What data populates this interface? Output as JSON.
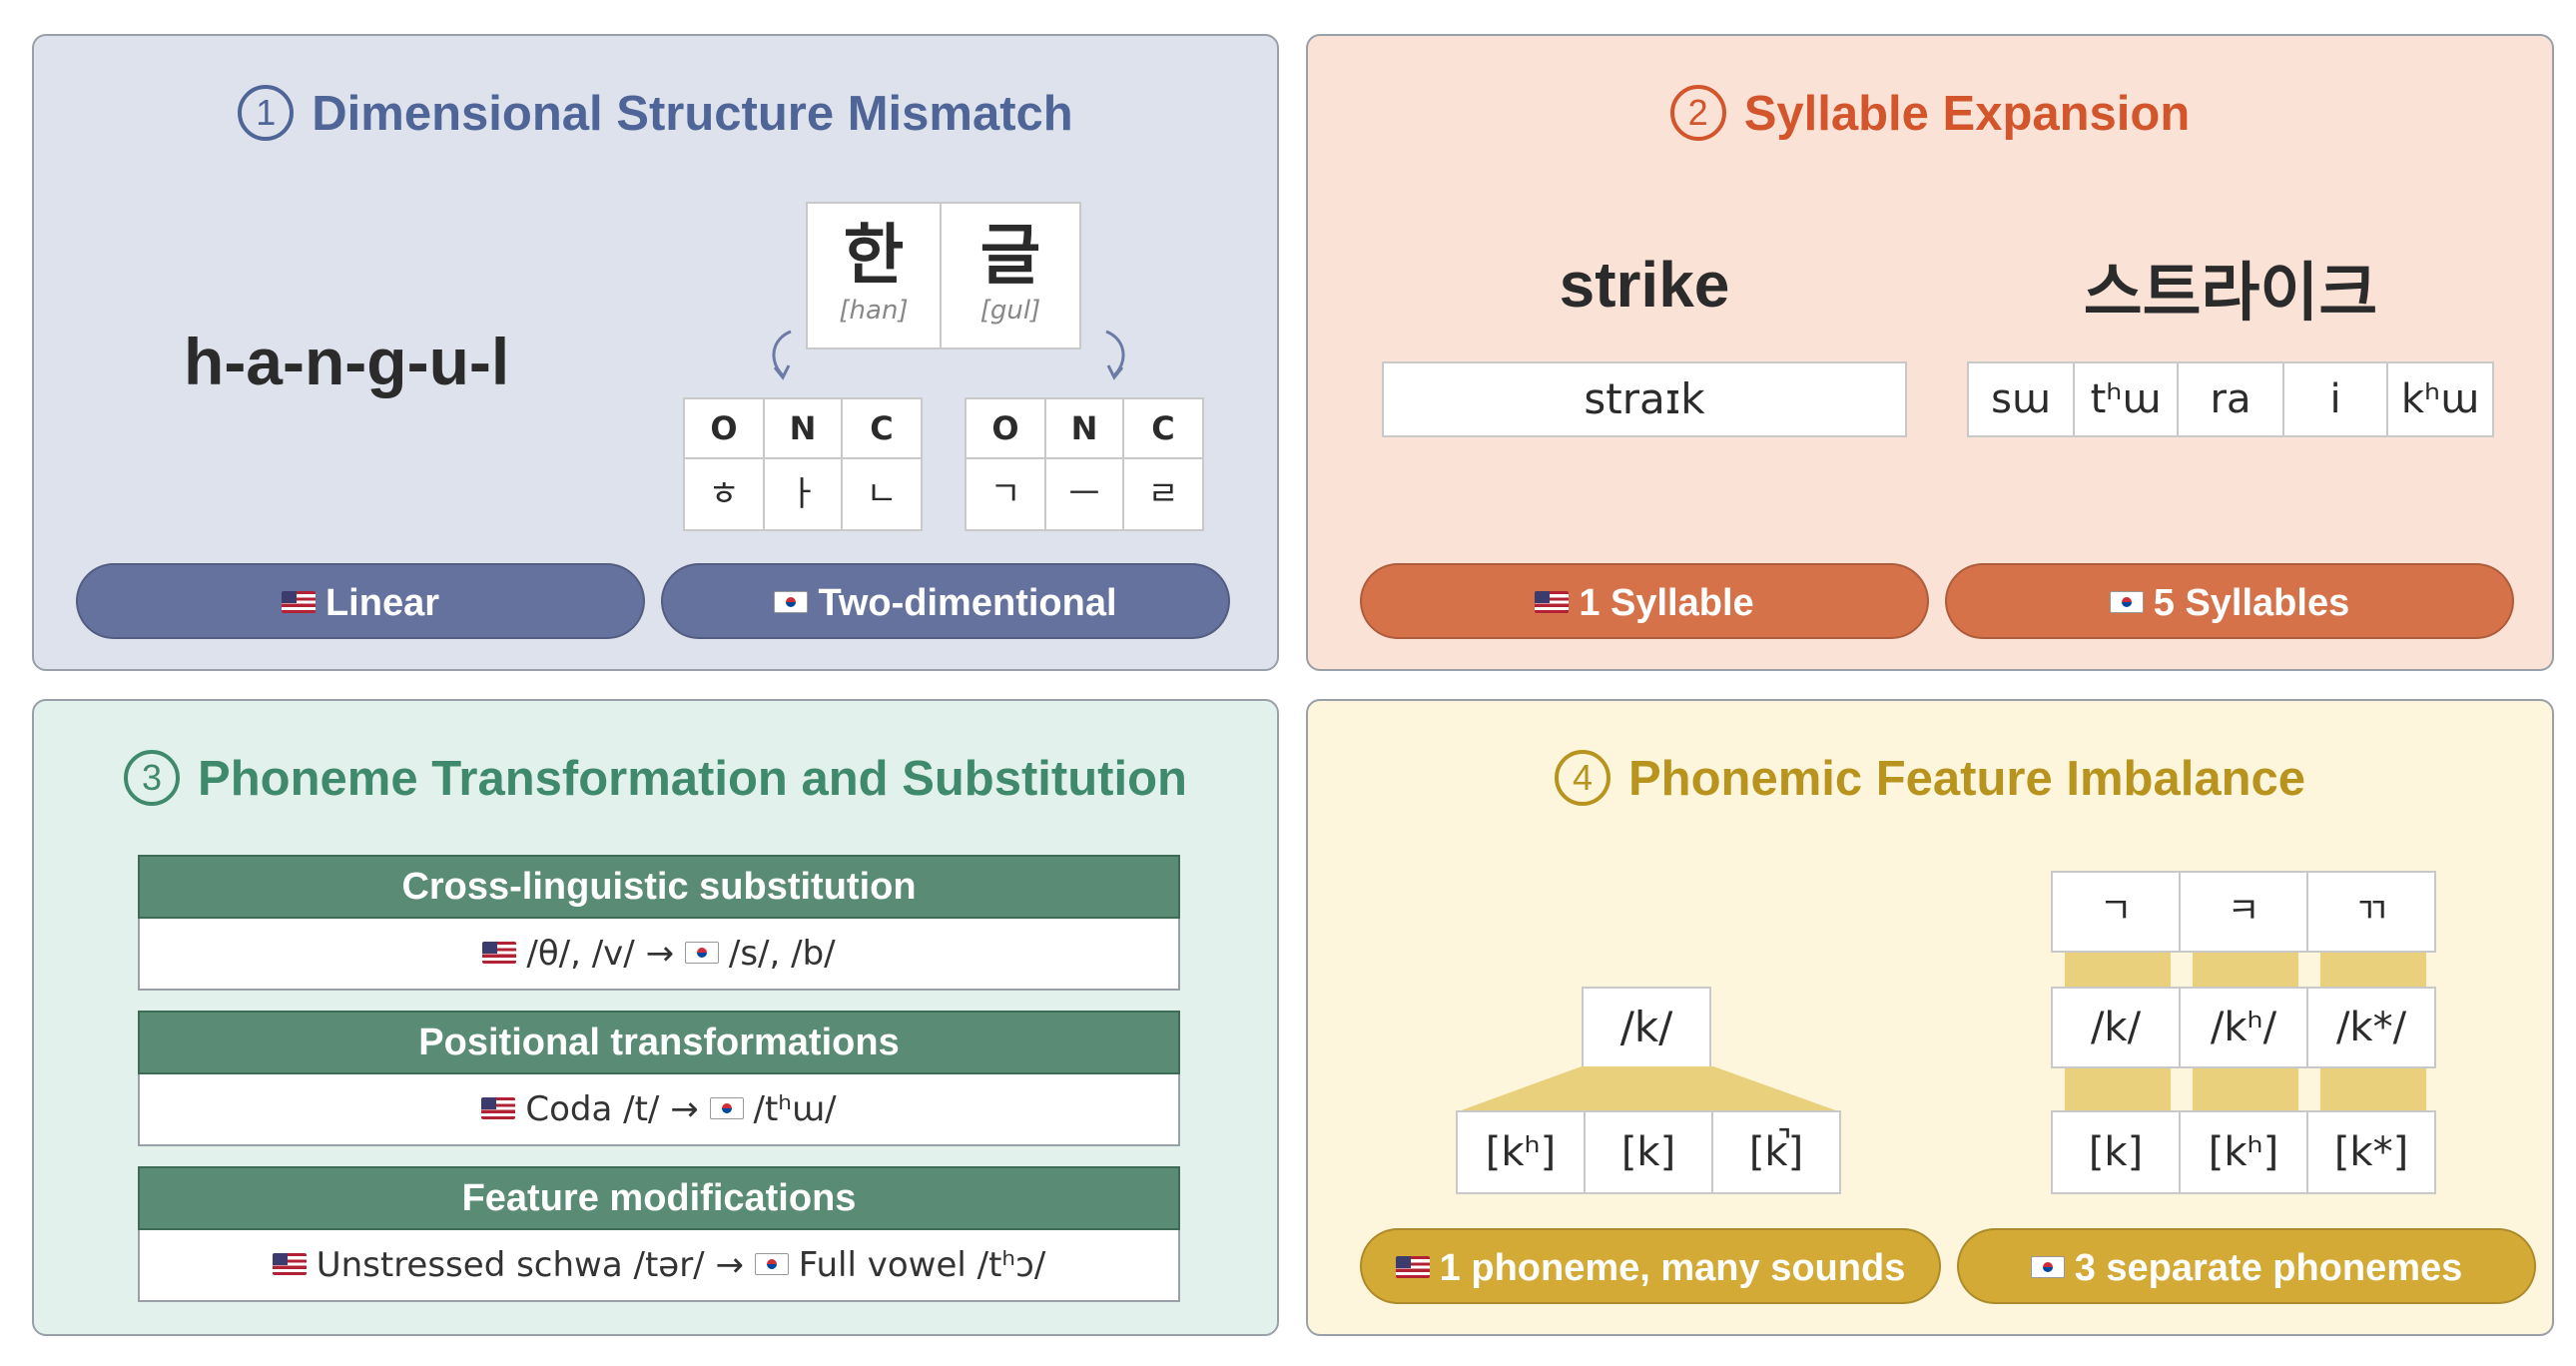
{
  "panels": [
    {
      "num": "1",
      "title": "Dimensional Structure Mismatch",
      "english_word": "h-a-n-g-u-l",
      "hangul_top": [
        {
          "char": "한",
          "roman": "[han]"
        },
        {
          "char": "글",
          "roman": "[gul]"
        }
      ],
      "onc_left": {
        "headers": [
          "O",
          "N",
          "C"
        ],
        "jamo": [
          "ㅎ",
          "ㅏ",
          "ㄴ"
        ]
      },
      "onc_right": {
        "headers": [
          "O",
          "N",
          "C"
        ],
        "jamo": [
          "ㄱ",
          "ㅡ",
          "ㄹ"
        ]
      },
      "pill_left": "Linear",
      "pill_right": "Two-dimentional",
      "color": "#66729e"
    },
    {
      "num": "2",
      "title": "Syllable Expansion",
      "left_word": "strike",
      "left_ipa": "straɪk",
      "right_word": "스트라이크",
      "right_syllables": [
        "sɯ",
        "tʰɯ",
        "ra",
        "i",
        "kʰɯ"
      ],
      "pill_left": "1 Syllable",
      "pill_right": "5 Syllables",
      "color": "#d5724a"
    },
    {
      "num": "3",
      "title": "Phoneme Transformation and Substitution",
      "rows": [
        {
          "header": "Cross-linguistic substitution",
          "before": "/θ/, /v/",
          "arrow": "→",
          "after": "/s/, /b/"
        },
        {
          "header": "Positional transformations",
          "before": "Coda /t/",
          "arrow": "→",
          "after": "/tʰɯ/"
        },
        {
          "header": "Feature modifications",
          "before": "Unstressed schwa /tər/",
          "arrow": "→",
          "after": "Full vowel /tʰɔ/"
        }
      ],
      "color": "#5a8b74"
    },
    {
      "num": "4",
      "title": "Phonemic Feature Imbalance",
      "left_phoneme": "/k/",
      "left_allophones": [
        "[kʰ]",
        "[k]",
        "[k̚]"
      ],
      "right_jamo": [
        "ㄱ",
        "ㅋ",
        "ㄲ"
      ],
      "right_phonemes": [
        "/k/",
        "/kʰ/",
        "/k*/"
      ],
      "right_sounds": [
        "[k]",
        "[kʰ]",
        "[k*]"
      ],
      "pill_left": "1 phoneme, many sounds",
      "pill_right": "3 separate phonemes",
      "color": "#d3aa36"
    }
  ]
}
